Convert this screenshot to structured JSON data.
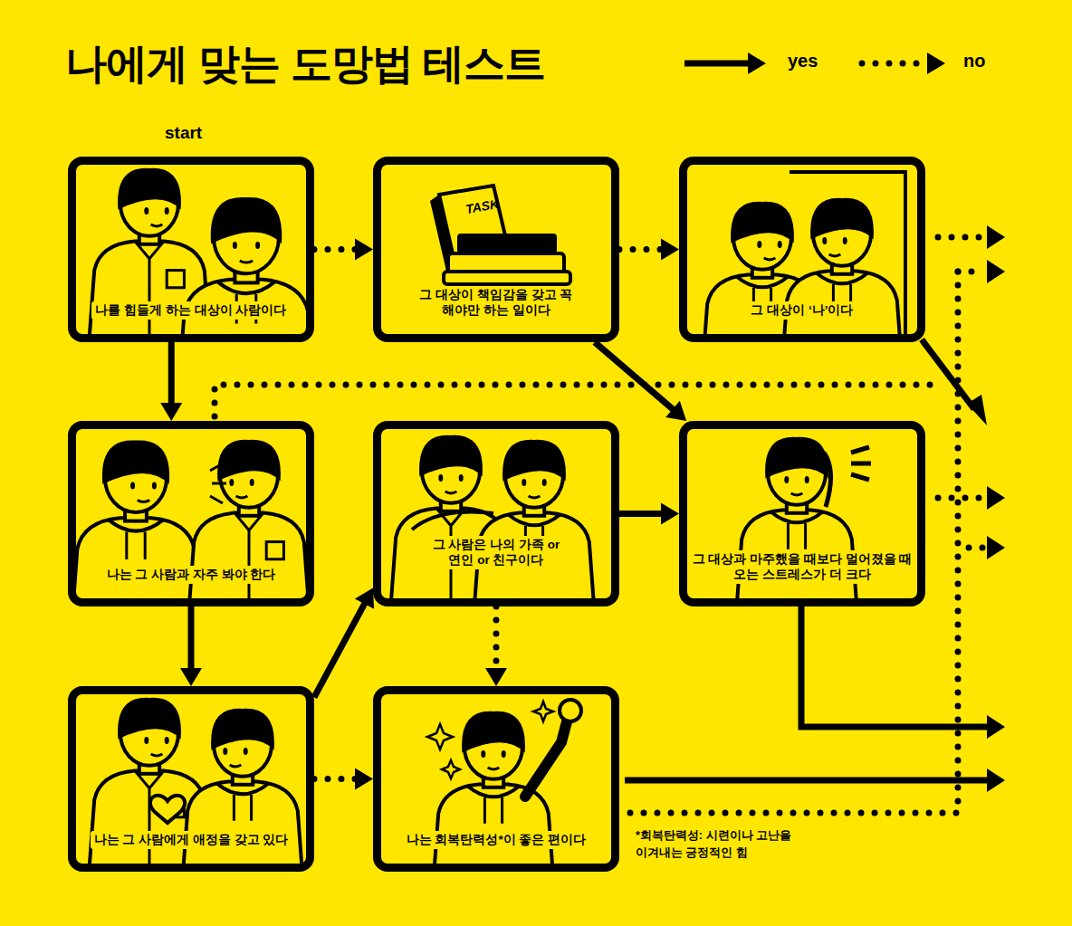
{
  "diagram": {
    "title": "나에게 맞는 도망법 테스트",
    "nodes": [
      {
        "text": [
          "나를 힘들게 하는 대상이 사람이다"
        ]
      },
      {
        "text": [
          "그 대상이 책임감을 갖고 꼭 해야만 하는 일이다"
        ]
      },
      {
        "text": [
          "그 대상이 ‘나’이다"
        ]
      },
      {
        "text": [
          "나는 그 사람과 자주 봐야 한다"
        ]
      },
      {
        "text": [
          "그 사람은 나의 가족 or 연인 or 친구이다"
        ]
      },
      {
        "text": [
          "그 대상과 마주했을 때보다 멀어졌을 때 오는 스트레스가 더 크다"
        ]
      },
      {
        "text": [
          "나는 그 사람에게 애정을 갖고 있다"
        ]
      },
      {
        "text": [
          "나는 회복탄력성*이 좋은 편이다"
        ]
      }
    ],
    "edges": [
      {
        "from": 0,
        "to": 1,
        "arrow": "to"
      },
      {
        "from": 0,
        "to": 3,
        "arrow": "to"
      },
      {
        "from": 1,
        "to": 2,
        "arrow": "to"
      },
      {
        "from": 1,
        "to": 5,
        "arrow": "to"
      },
      {
        "from": 3,
        "to": 6,
        "arrow": "to"
      },
      {
        "from": 6,
        "to": 4,
        "arrow": "to"
      },
      {
        "from": 4,
        "to": 5,
        "arrow": "to"
      },
      {
        "from": 6,
        "to": 7,
        "arrow": "to"
      },
      {
        "from": 4,
        "to": 7,
        "arrow": "to"
      }
    ],
    "labels": [
      "start",
      "TASK",
      "*회복탄력성: 시련이나 고난을 이겨내는 긍정적인 힘"
    ],
    "legend": [
      {
        "text": "yes"
      },
      {
        "text": "no"
      }
    ]
  }
}
